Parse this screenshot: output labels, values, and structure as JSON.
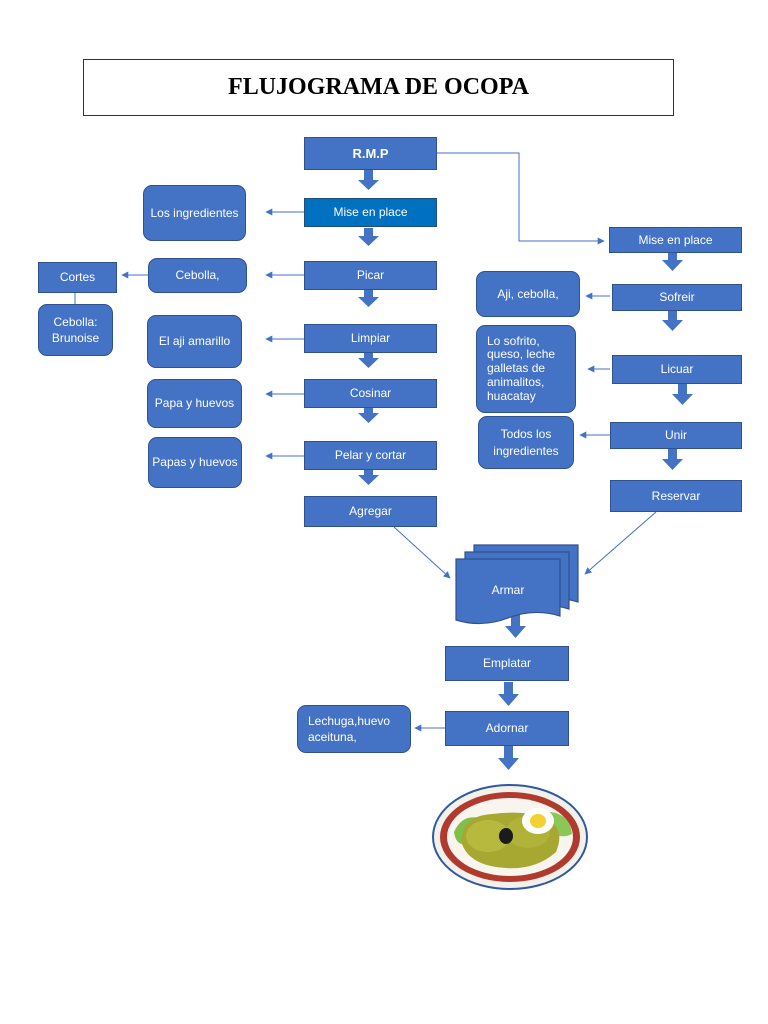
{
  "title": "FLUJOGRAMA DE OCOPA",
  "colors": {
    "box_fill": "#4472c4",
    "box_border": "#2f528f",
    "highlight_fill": "#0070c0",
    "connector": "#4472c4"
  },
  "main_flow": {
    "rmp": "R.M.P",
    "mise_en_place": "Mise en place",
    "picar": "Picar",
    "limpiar": "Limpiar",
    "cosinar": "Cosinar",
    "pelar_cortar": "Pelar y cortar",
    "agregar": "Agregar"
  },
  "left_notes": {
    "los_ingredientes": "Los ingredientes",
    "cebolla": "Cebolla,",
    "cortes": "Cortes",
    "cebolla_brunoise": "Cebolla: Brunoise",
    "aji_amarillo": "El aji amarillo",
    "papa_huevos": "Papa y huevos",
    "papas_huevos": "Papas y huevos"
  },
  "right_flow": {
    "mise_en_place": "Mise en place",
    "sofreir": "Sofreir",
    "licuar": "Licuar",
    "unir": "Unir",
    "reservar": "Reservar"
  },
  "right_notes": {
    "aji_cebolla": "Aji, cebolla,",
    "sofrito": "Lo sofrito, queso, leche galletas de animalitos, huacatay",
    "todos_ingredientes": "Todos los ingredientes"
  },
  "final_flow": {
    "armar": "Armar",
    "emplatar": "Emplatar",
    "adornar": "Adornar",
    "garnish": "Lechuga,huevo aceituna,"
  }
}
